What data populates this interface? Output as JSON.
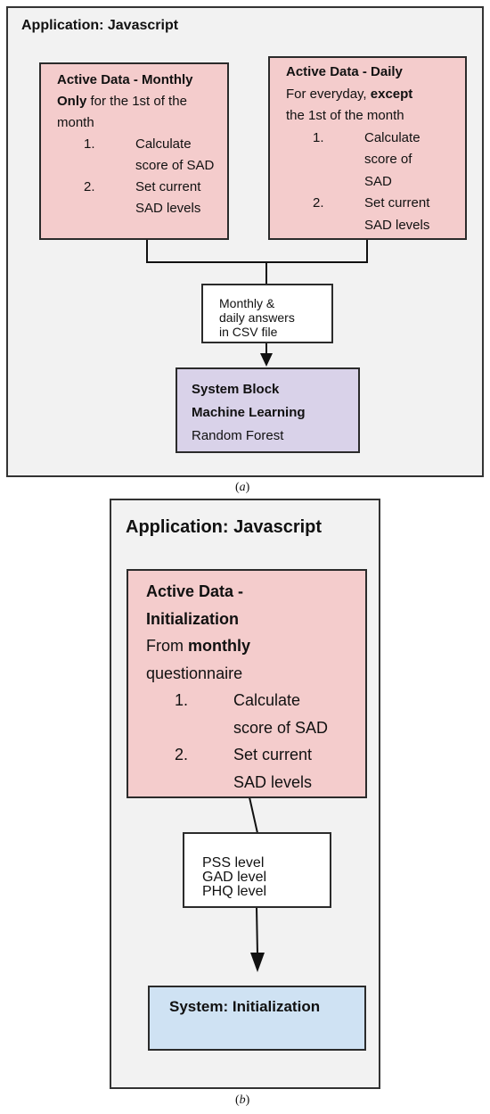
{
  "panel_a": {
    "title": "Application: Javascript",
    "monthly": {
      "line1": "Active Data - Monthly",
      "line2_bold": "Only",
      "line2_rest": " for the 1st of the",
      "line3": "month",
      "steps": [
        {
          "num": "1.",
          "lines": [
            "Calculate",
            "score of SAD"
          ]
        },
        {
          "num": "2.",
          "lines": [
            "Set current",
            "SAD levels"
          ]
        }
      ]
    },
    "daily": {
      "line1": "Active Data - Daily",
      "line2_pre": "For everyday, ",
      "line2_bold": "except",
      "line3": "the 1st of the month",
      "steps": [
        {
          "num": "1.",
          "lines": [
            "Calculate",
            "score of",
            "SAD"
          ]
        },
        {
          "num": "2.",
          "lines": [
            "Set current",
            "SAD levels"
          ]
        }
      ]
    },
    "middle": [
      "Monthly &",
      "daily answers",
      "in CSV file"
    ],
    "system": [
      "System Block",
      "Machine Learning",
      "Random Forest"
    ],
    "caption_open": "(",
    "caption_letter": "a",
    "caption_close": ")"
  },
  "panel_b": {
    "title": "Application: Javascript",
    "active": {
      "line1": "Active Data -",
      "line2": "Initialization",
      "line3_pre": "From ",
      "line3_bold": "monthly",
      "line4": "questionnaire",
      "steps": [
        {
          "num": "1.",
          "lines": [
            "Calculate",
            "score of SAD"
          ]
        },
        {
          "num": "2.",
          "lines": [
            "Set current",
            "SAD levels"
          ]
        }
      ]
    },
    "middle": [
      "PSS level",
      "GAD level",
      "PHQ level"
    ],
    "system": "System: Initialization",
    "caption_open": "(",
    "caption_letter": "b",
    "caption_close": ")"
  }
}
